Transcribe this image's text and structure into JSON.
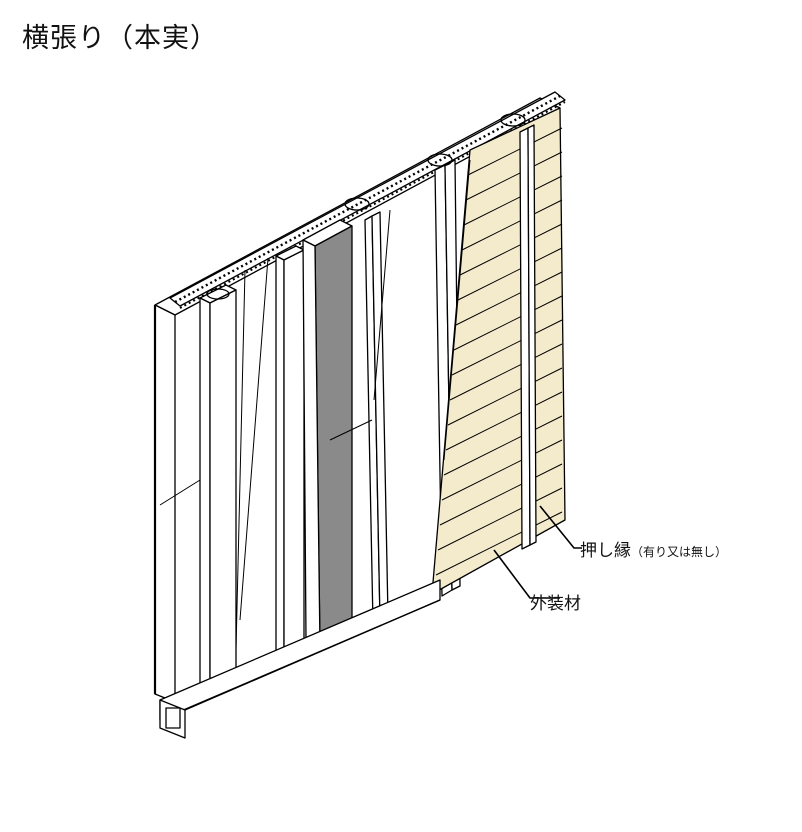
{
  "title": "横張り（本実）",
  "labels": {
    "oshibuchi": "押し縁",
    "oshibuchi_note": "（有り又は無し）",
    "gaisouzai": "外装材"
  },
  "colors": {
    "siding": "#f3ebcc",
    "shadow": "#8a8a8a",
    "line": "#000000",
    "paper": "#ffffff"
  }
}
